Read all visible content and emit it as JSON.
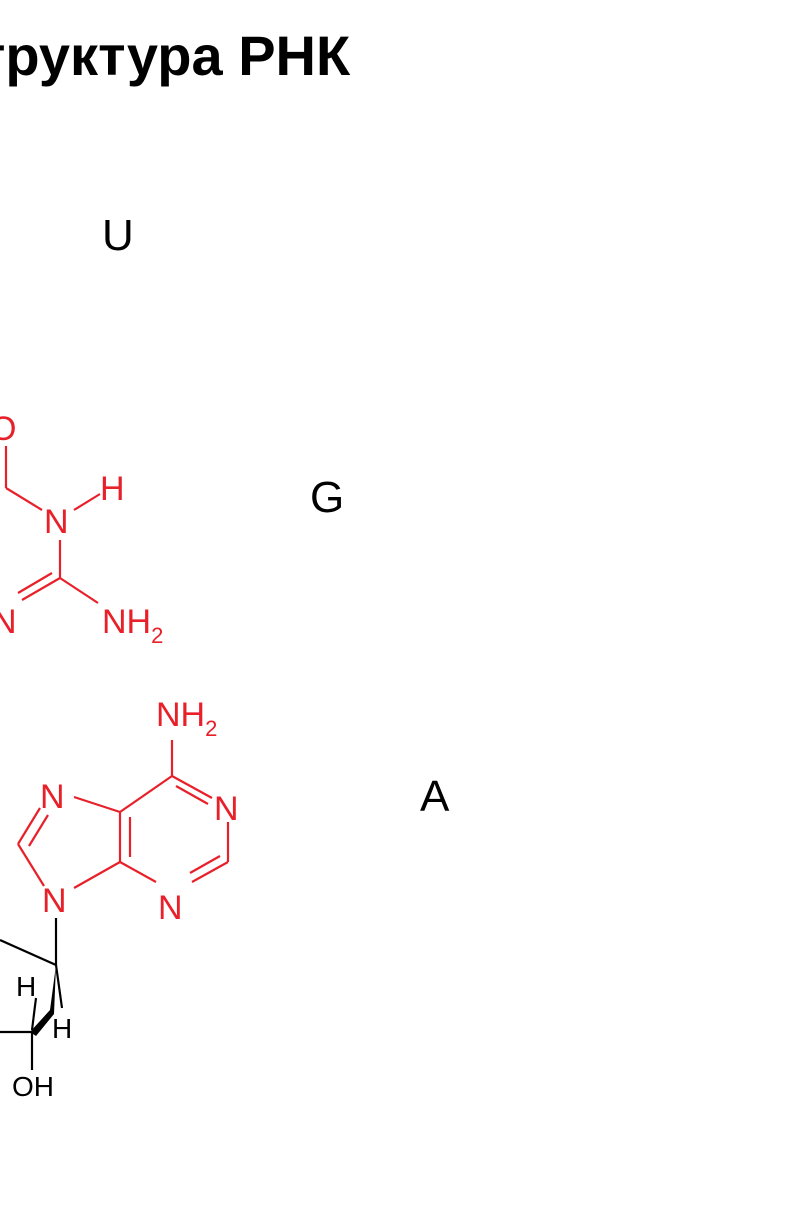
{
  "title": "труктура РНК",
  "bases": {
    "u": "U",
    "g": "G",
    "a": "A"
  },
  "atoms": {
    "guanine": {
      "o": "O",
      "h": "H",
      "n_h": "N",
      "n_ring": "N",
      "nh": "NH",
      "sub2": "2"
    },
    "adenine": {
      "nh": "NH",
      "sub2": "2",
      "n_top_left": "N",
      "n_right": "N",
      "n_bottom_left": "N",
      "n_bottom_right": "N"
    },
    "ribose": {
      "h1": "H",
      "h2": "H",
      "oh": "OH"
    }
  },
  "colors": {
    "base_structure": "#e8202a",
    "sugar_structure": "#000000",
    "text": "#000000"
  }
}
